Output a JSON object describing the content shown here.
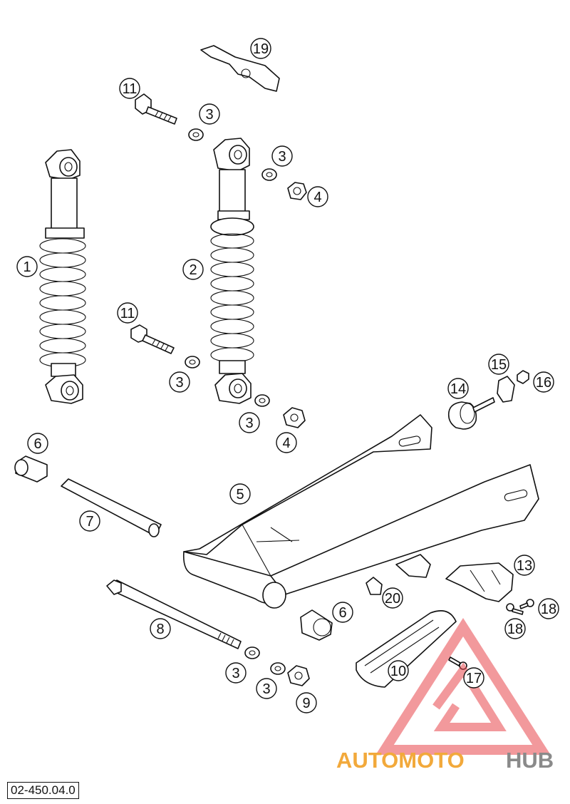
{
  "diagram": {
    "reference_code": "02-450.04.0",
    "callouts": [
      "1",
      "2",
      "3",
      "3",
      "3",
      "3",
      "3",
      "3",
      "4",
      "4",
      "5",
      "6",
      "6",
      "7",
      "8",
      "9",
      "10",
      "11",
      "11",
      "13",
      "14",
      "15",
      "16",
      "17",
      "18",
      "18",
      "19",
      "20"
    ]
  },
  "watermark": {
    "brand_part1": "AUTOMOTO",
    "brand_part2": "HUB",
    "colors": {
      "orange": "#f2a93b",
      "red": "#e8464d",
      "grey": "#8a8a8a"
    }
  }
}
